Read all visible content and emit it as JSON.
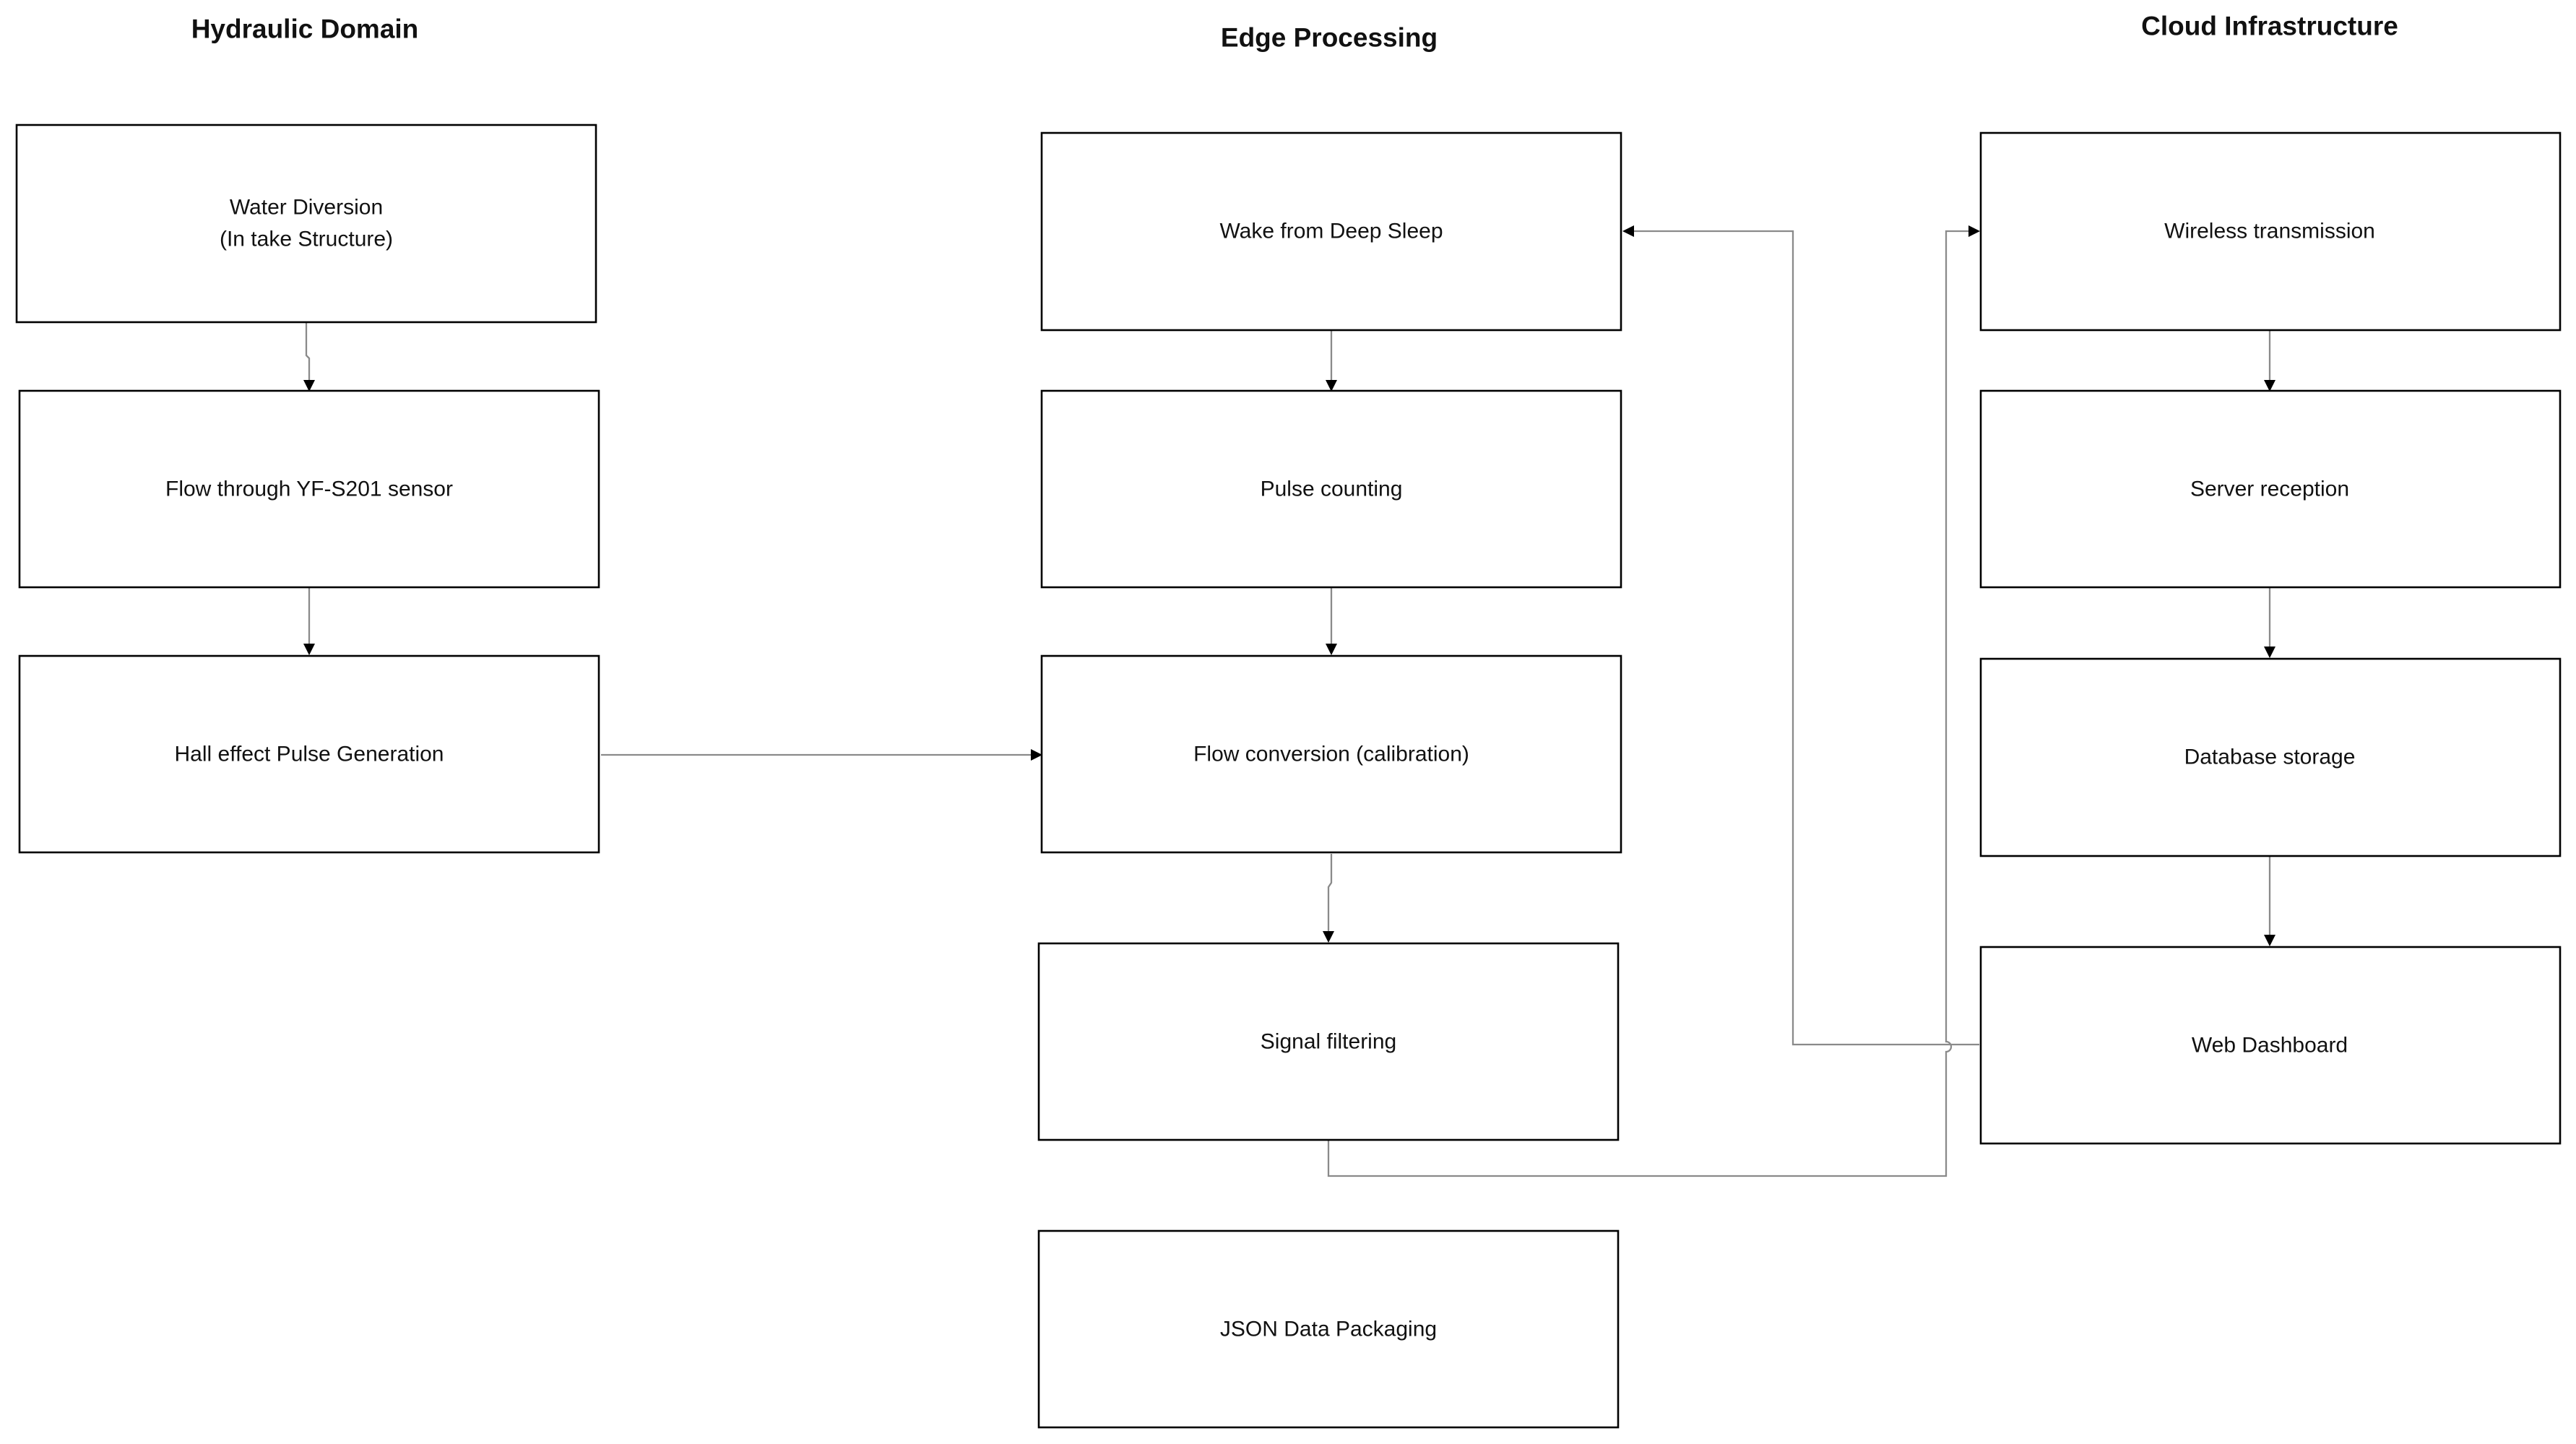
{
  "columns": {
    "hydraulic": {
      "title": "Hydraulic Domain"
    },
    "edge": {
      "title": "Edge Processing"
    },
    "cloud": {
      "title": "Cloud Infrastructure"
    }
  },
  "nodes": {
    "water_diversion": {
      "lines": [
        "Water Diversion",
        "(In take Structure)"
      ]
    },
    "flow_sensor": {
      "lines": [
        "Flow through YF-S201 sensor"
      ]
    },
    "hall_effect": {
      "lines": [
        "Hall effect Pulse Generation"
      ]
    },
    "wake": {
      "lines": [
        "Wake from Deep Sleep"
      ]
    },
    "pulse_counting": {
      "lines": [
        "Pulse counting"
      ]
    },
    "flow_conversion": {
      "lines": [
        "Flow conversion (calibration)"
      ]
    },
    "signal_filtering": {
      "lines": [
        "Signal filtering"
      ]
    },
    "json_packaging": {
      "lines": [
        "JSON Data Packaging"
      ]
    },
    "wireless": {
      "lines": [
        "Wireless transmission"
      ]
    },
    "server": {
      "lines": [
        "Server reception"
      ]
    },
    "database": {
      "lines": [
        "Database storage"
      ]
    },
    "dashboard": {
      "lines": [
        "Web Dashboard"
      ]
    }
  },
  "connections": [
    {
      "from": "water_diversion",
      "to": "flow_sensor"
    },
    {
      "from": "flow_sensor",
      "to": "hall_effect"
    },
    {
      "from": "hall_effect",
      "to": "flow_conversion"
    },
    {
      "from": "wake",
      "to": "pulse_counting"
    },
    {
      "from": "pulse_counting",
      "to": "flow_conversion"
    },
    {
      "from": "flow_conversion",
      "to": "signal_filtering"
    },
    {
      "from": "signal_filtering",
      "to": "wireless"
    },
    {
      "from": "wireless",
      "to": "server"
    },
    {
      "from": "server",
      "to": "database"
    },
    {
      "from": "database",
      "to": "dashboard"
    },
    {
      "from": "dashboard",
      "to": "wake"
    }
  ],
  "colors": {
    "box_border": "#000000",
    "connector": "#8a8a8a",
    "arrowhead": "#000000",
    "text": "#111111"
  }
}
